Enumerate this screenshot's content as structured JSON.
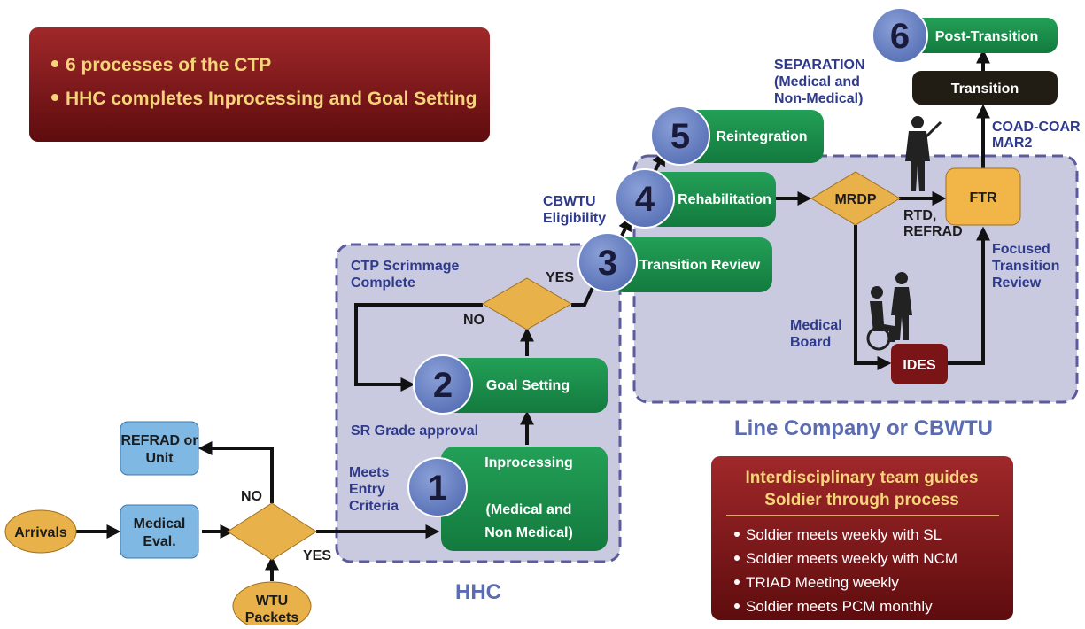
{
  "banner": {
    "bullets": [
      "6 processes of the CTP",
      "HHC completes Inprocessing and Goal Setting"
    ]
  },
  "regions": {
    "hhc": "HHC",
    "line_company": "Line Company or CBWTU"
  },
  "steps": [
    {
      "num": "1",
      "title": "Inprocessing",
      "subtitle_1": "(Medical and",
      "subtitle_2": "Non Medical)"
    },
    {
      "num": "2",
      "title": "Goal Setting"
    },
    {
      "num": "3",
      "title": "Transition Review"
    },
    {
      "num": "4",
      "title": "Rehabilitation"
    },
    {
      "num": "5",
      "title": "Reintegration"
    },
    {
      "num": "6",
      "title": "Post-Transition"
    }
  ],
  "nodes": {
    "arrivals": "Arrivals",
    "medical_eval": [
      "Medical",
      "Eval."
    ],
    "wtu_packets": [
      "WTU",
      "Packets"
    ],
    "refrad_unit": [
      "REFRAD or",
      "Unit"
    ],
    "mrdp": "MRDP",
    "ftr": "FTR",
    "ides": "IDES",
    "transition": "Transition"
  },
  "labels": {
    "no_1": "NO",
    "yes_1": "YES",
    "no_2": "NO",
    "yes_2": "YES",
    "meets_entry": [
      "Meets",
      "Entry",
      "Criteria"
    ],
    "sr_grade": "SR Grade approval",
    "ctp_scrimmage": [
      "CTP Scrimmage",
      "Complete"
    ],
    "cbwtu_elig": [
      "CBWTU",
      "Eligibility"
    ],
    "separation": [
      "SEPARATION",
      "(Medical and",
      "Non-Medical)"
    ],
    "rtd_refrad": [
      "RTD,",
      "REFRAD"
    ],
    "coad_coar": [
      "COAD-COAR",
      "MAR2"
    ],
    "focused_review": [
      "Focused",
      "Transition",
      "Review"
    ],
    "medical_board": [
      "Medical",
      "Board"
    ]
  },
  "team_box": {
    "title_1": "Interdisciplinary team guides",
    "title_2": "Soldier through process",
    "items": [
      "Soldier meets weekly with SL",
      "Soldier meets weekly with NCM",
      "TRIAD Meeting weekly",
      "Soldier meets PCM monthly"
    ]
  },
  "colors": {
    "green": "#1a8a4a",
    "circle": "#6d86c4",
    "gold": "#e8b14a",
    "light_blue": "#7fb8e2",
    "maroon": "#7a1416",
    "region_fill": "#c9c9e0",
    "region_border": "#5c5c9c"
  }
}
